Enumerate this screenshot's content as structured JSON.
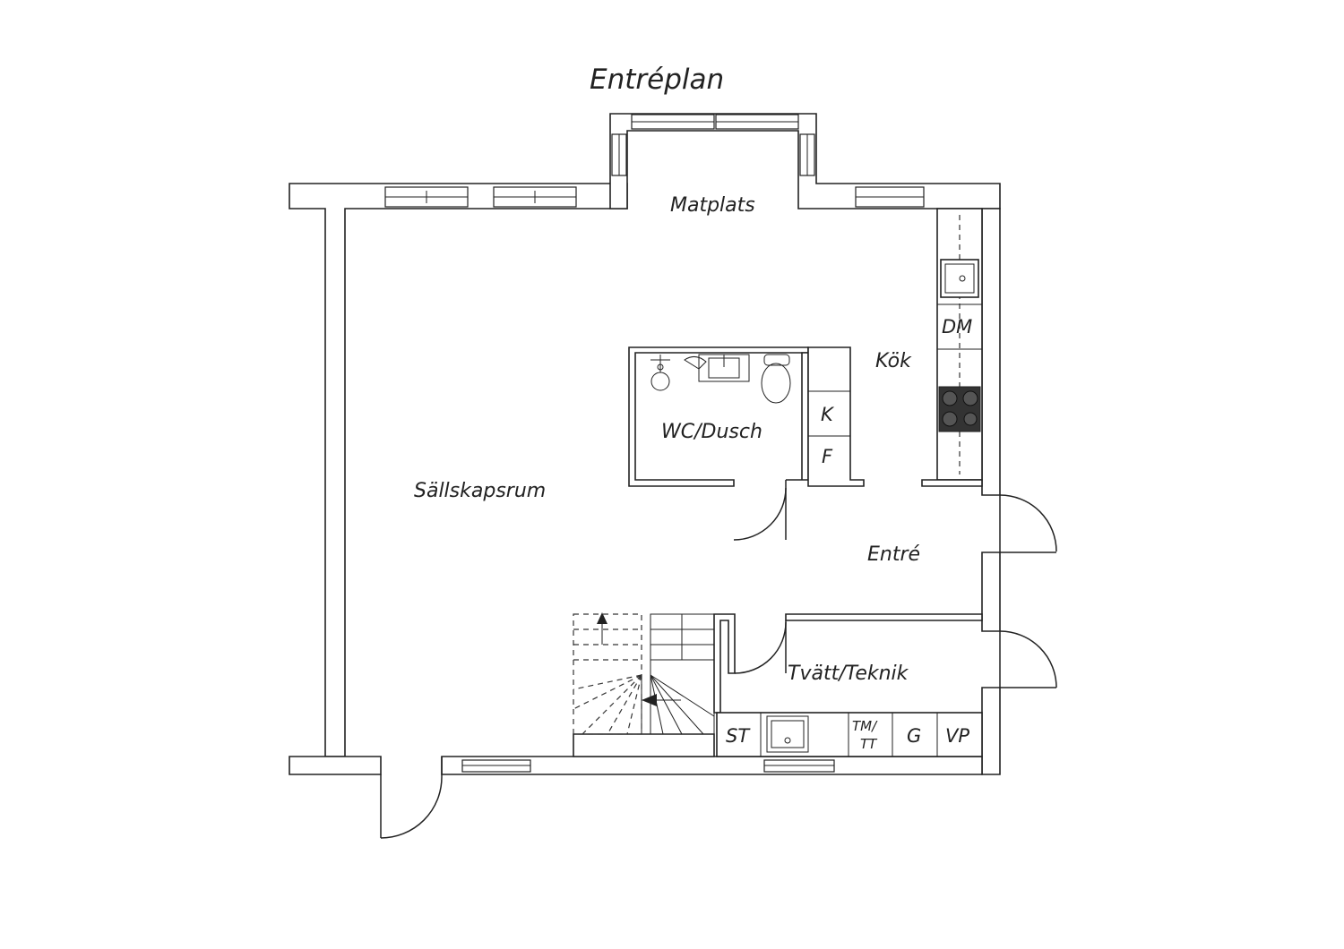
{
  "plan": {
    "title": "Entréplan",
    "rooms": {
      "matplats": "Matplats",
      "kok": "Kök",
      "wc": "WC/Dusch",
      "sallskapsrum": "Sällskapsrum",
      "entre": "Entré",
      "tvatt": "Tvätt/Teknik"
    },
    "fixtures": {
      "dm": "DM",
      "k": "K",
      "f": "F",
      "st": "ST",
      "tm": "TM/",
      "tt": "TT",
      "g": "G",
      "vp": "VP"
    }
  }
}
